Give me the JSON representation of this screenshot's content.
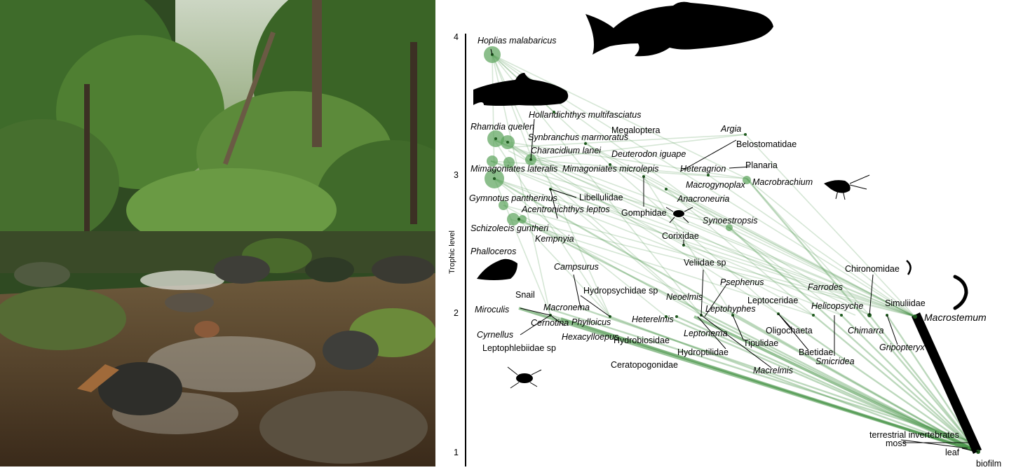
{
  "photo": {
    "subject": "forest-stream-photo"
  },
  "colors": {
    "web_green": "#3f8f3f",
    "node_fill": "#5aa35a",
    "ink": "#000000"
  },
  "axis": {
    "label": "Trophic level",
    "ticks": [
      "1",
      "2",
      "3",
      "4"
    ]
  },
  "labels": {
    "hoplias": "Hoplias  malabaricus",
    "hollandichthys": "Hollandichthys  multifasciatus",
    "rhamdia": "Rhamdia  quelen",
    "synbranchus": "Synbranchus  marmoratus",
    "megaloptera": "Megaloptera",
    "argia": "Argia",
    "belostomatidae": "Belostomatidae",
    "characidium": "Characidium  lanei",
    "deuterodon": "Deuterodon  iguape",
    "mimagoniates_lateralis": "Mimagoniates  lateralis",
    "mimagoniates_microlepis": "Mimagoniates  microlepis",
    "heteragrion": "Heteragrion",
    "planaria": "Planaria",
    "macrogynoplax": "Macrogynoplax",
    "macrobrachium": "Macrobrachium",
    "libellulidae": "Libellulidae",
    "anacroneuria": "Anacroneuria",
    "gymnotus": "Gymnotus  pantherinus",
    "gomphidae": "Gomphidae",
    "acentronichthys": "Acentronichthys  leptos",
    "synoestropsis": "Synoestropsis",
    "schizolecis": "Schizolecis  guntheri",
    "kempnyia": "Kempnyia",
    "corixidae": "Corixidae",
    "phalloceros": "Phalloceros",
    "veliidae": "Veliidae  sp",
    "campsurus": "Campsurus",
    "chironomidae": "Chironomidae",
    "psephenus": "Psephenus",
    "hydropsychidae": "Hydropsychidae  sp",
    "farrodes": "Farrodes",
    "snail": "Snail",
    "neoelmis": "Neoelmis",
    "leptoceridae": "Leptoceridae",
    "simuliidae": "Simuliidae",
    "helicopsyche": "Helicopsyche",
    "miroculis": "Miroculis",
    "macronema": "Macronema",
    "leptohyphes": "Leptohyphes",
    "macrostemum": "Macrostemum",
    "phylloicus": "Phylloicus",
    "heterelmis": "Heterelmis",
    "cernotina": "Cernotina",
    "oligochaeta": "Oligochaeta",
    "chimarra": "Chimarra",
    "leptonema": "Leptonema",
    "cyrnellus": "Cyrnellus",
    "hexacylloepus": "Hexacylloepus",
    "tipulidae": "Tipulidae",
    "hydrobiosidae": "Hydrobiosidae",
    "baetidae": "Baetidae",
    "gripopteryx": "Gripopteryx",
    "leptophlebiidae": "Leptophlebiidae  sp",
    "hydroptilidae": "Hydroptilidae",
    "smicridea": "Smicridea",
    "ceratopogonidae": "Ceratopogonidae",
    "macrelmis": "Macrelmis",
    "terrestrial": "terrestrial  invertebrates",
    "moss": "moss",
    "leaf": "leaf",
    "biofilm": "biofilm"
  },
  "silhouettes": [
    "trout-silhouette",
    "catfish-silhouette",
    "guppy-silhouette",
    "shrimp-silhouette",
    "nymph-silhouette",
    "larva-silhouette",
    "worm-silhouette",
    "beetle-silhouette"
  ]
}
